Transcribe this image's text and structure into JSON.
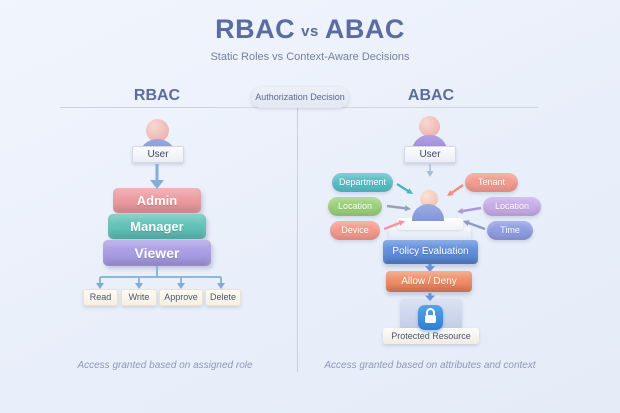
{
  "header": {
    "title_left": "RBAC",
    "title_vs": "vs",
    "title_right": "ABAC",
    "subtitle": "Static Roles vs Context-Aware Decisions"
  },
  "divider_pill_label": "Authorization Decision",
  "rbac": {
    "heading": "RBAC",
    "user_label": "User",
    "roles": [
      {
        "label": "Admin",
        "color": "#ec9a9f"
      },
      {
        "label": "Manager",
        "color": "#5fc2b8"
      },
      {
        "label": "Viewer",
        "color": "#a89ce4"
      }
    ],
    "permissions": [
      "Read",
      "Write",
      "Approve",
      "Delete"
    ],
    "caption": "Access granted based on assigned role"
  },
  "abac": {
    "heading": "ABAC",
    "user_label": "User",
    "attributes": [
      {
        "label": "Department",
        "color": "#58bfc6",
        "side": "left"
      },
      {
        "label": "Tenant",
        "color": "#f39b8f",
        "side": "right"
      },
      {
        "label": "Location",
        "color": "#9bd07a",
        "side": "left"
      },
      {
        "label": "Location",
        "color": "#c7ace8",
        "side": "right"
      },
      {
        "label": "Device",
        "color": "#f49a8e",
        "side": "left"
      },
      {
        "label": "Time",
        "color": "#8f9de2",
        "side": "right"
      }
    ],
    "policy_label": "Policy Evaluation",
    "decision_label": "Allow / Deny",
    "resource_label": "Protected Resource",
    "caption": "Access granted based on attributes and context"
  },
  "palette": {
    "background": "#eaf0fa",
    "title_text": "#5b6ca3",
    "subtitle_text": "#75819f",
    "divider_line": "#c9d0de",
    "policy_box": "#5f8bd6",
    "decision_box": "#ee8a66",
    "lock_badge": "#3e8de2",
    "arrow_blue": "#86acdb"
  }
}
